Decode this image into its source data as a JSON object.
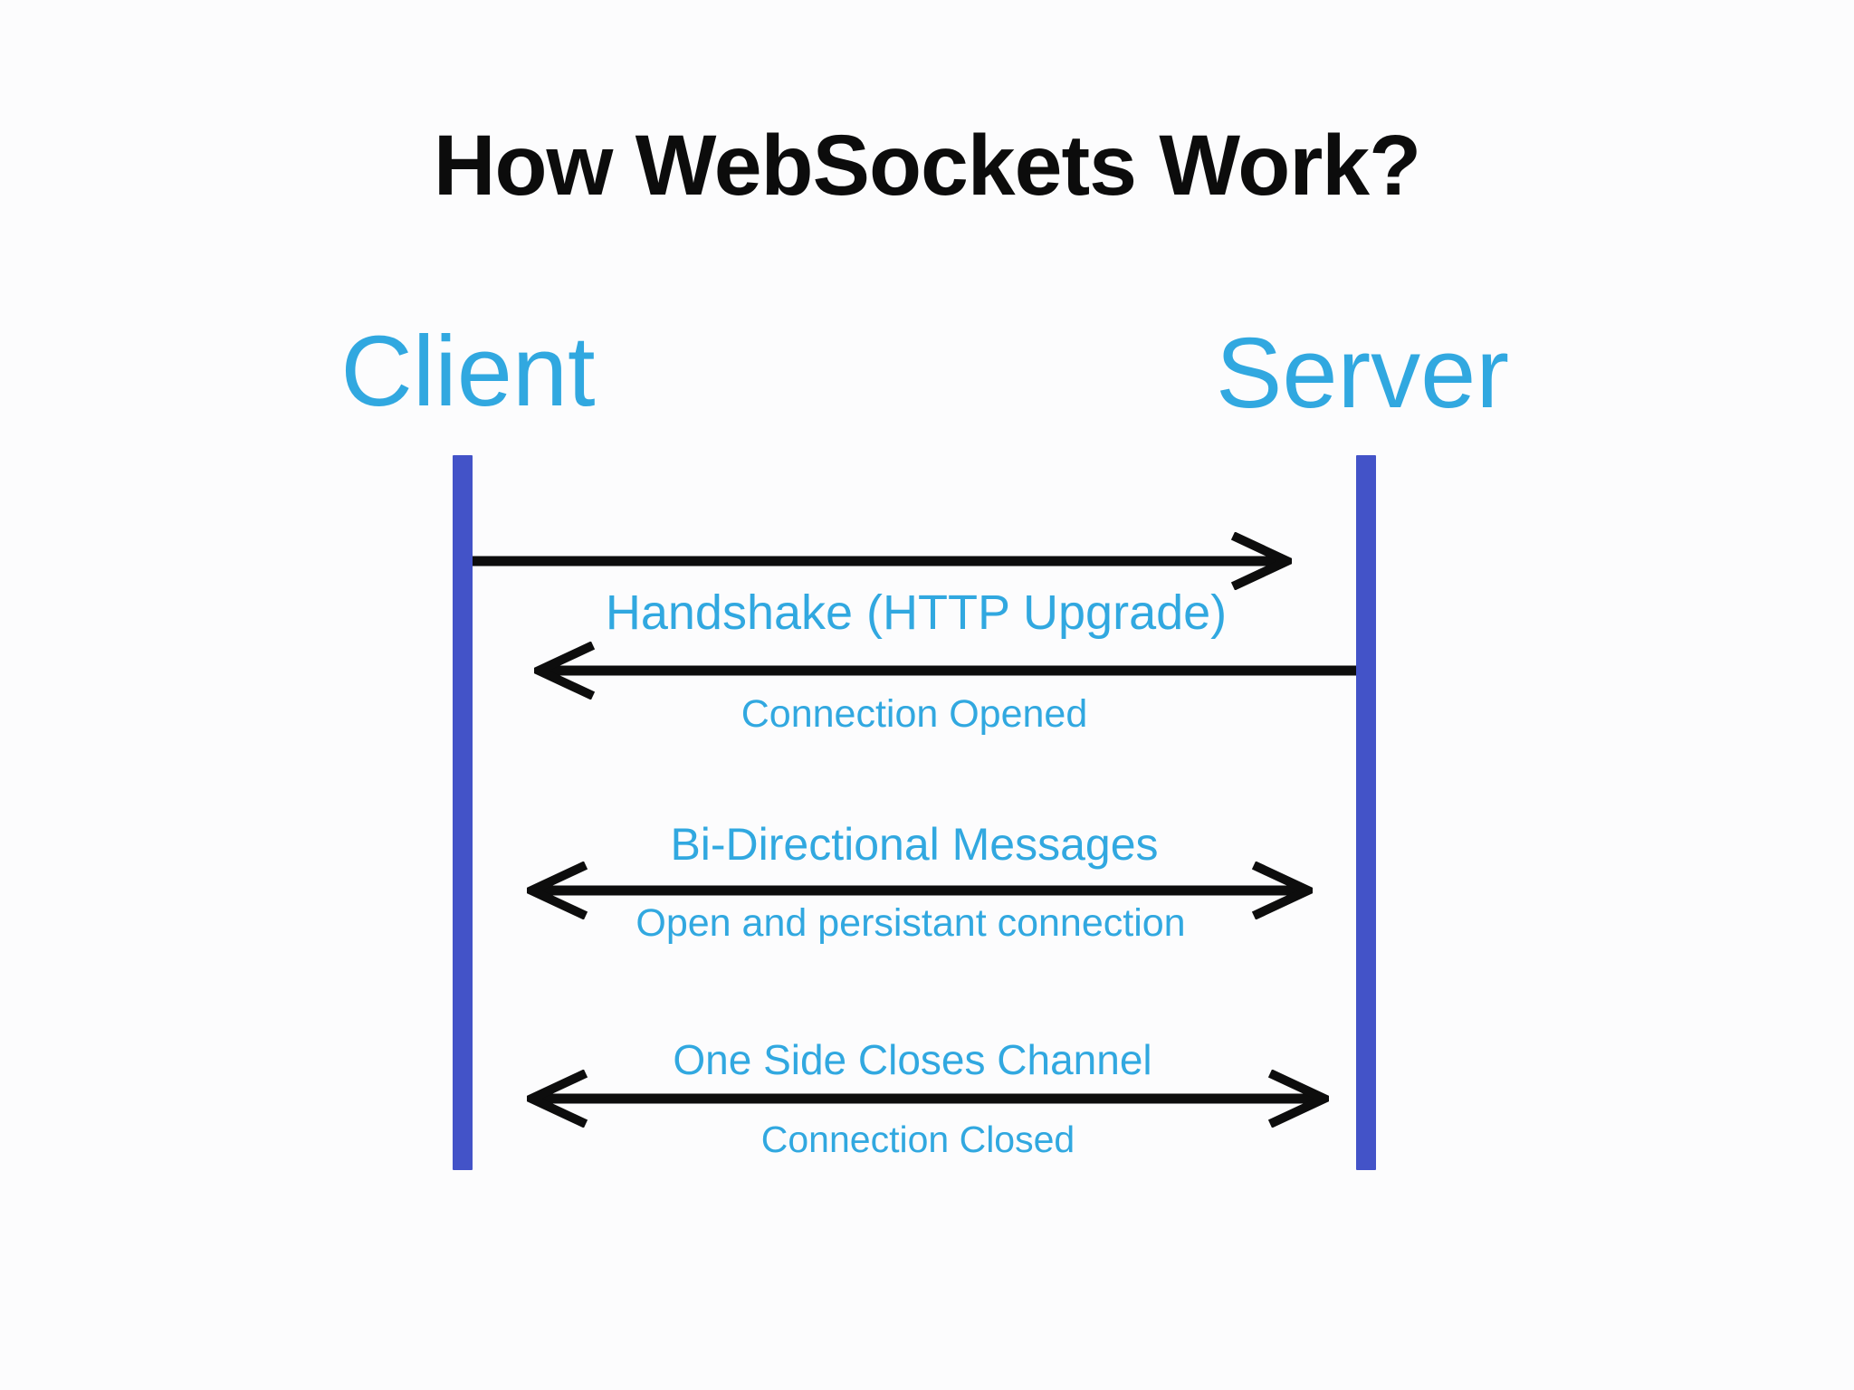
{
  "title": "How WebSockets Work?",
  "diagram": {
    "client_label": "Client",
    "server_label": "Server",
    "steps": [
      {
        "name": "handshake",
        "direction": "client-to-server",
        "label": "Handshake (HTTP Upgrade)"
      },
      {
        "name": "connection-opened",
        "direction": "server-to-client",
        "label": "Connection Opened"
      },
      {
        "name": "bidirectional-messages",
        "direction": "bidirectional",
        "title": "Bi-Directional Messages",
        "label": "Open and persistant connection"
      },
      {
        "name": "connection-close",
        "direction": "bidirectional",
        "title": "One Side Closes Channel",
        "label": "Connection Closed"
      }
    ]
  },
  "colors": {
    "accent_blue": "#31A8E0",
    "lifeline_blue": "#4353C8",
    "arrow_black": "#0d0d0d",
    "title_black": "#0c0c0c",
    "background": "#fcfcfd"
  }
}
